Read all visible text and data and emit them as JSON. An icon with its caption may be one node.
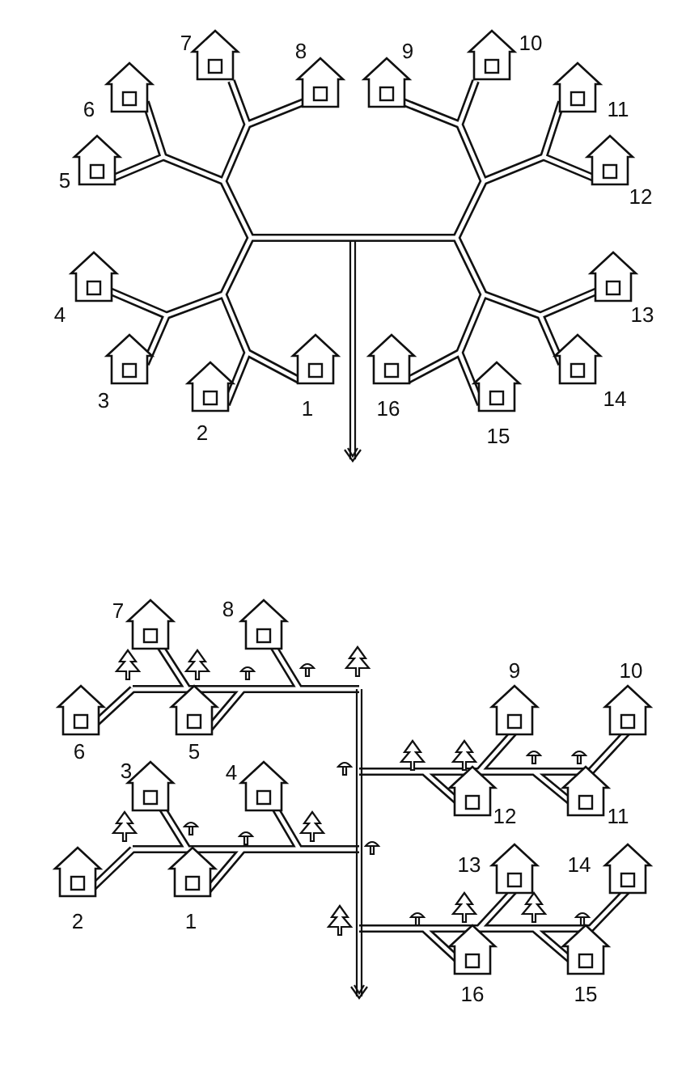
{
  "diagram": {
    "labels": [
      "7",
      "10",
      "8",
      "9",
      "6",
      "11",
      "5",
      "12",
      "4",
      "13",
      "3",
      "14",
      "1",
      "16",
      "2",
      "15",
      "7",
      "8",
      "9",
      "10",
      "3",
      "4",
      "6",
      "5",
      "12",
      "11",
      "13",
      "14",
      "2",
      "1",
      "16",
      "15"
    ]
  }
}
